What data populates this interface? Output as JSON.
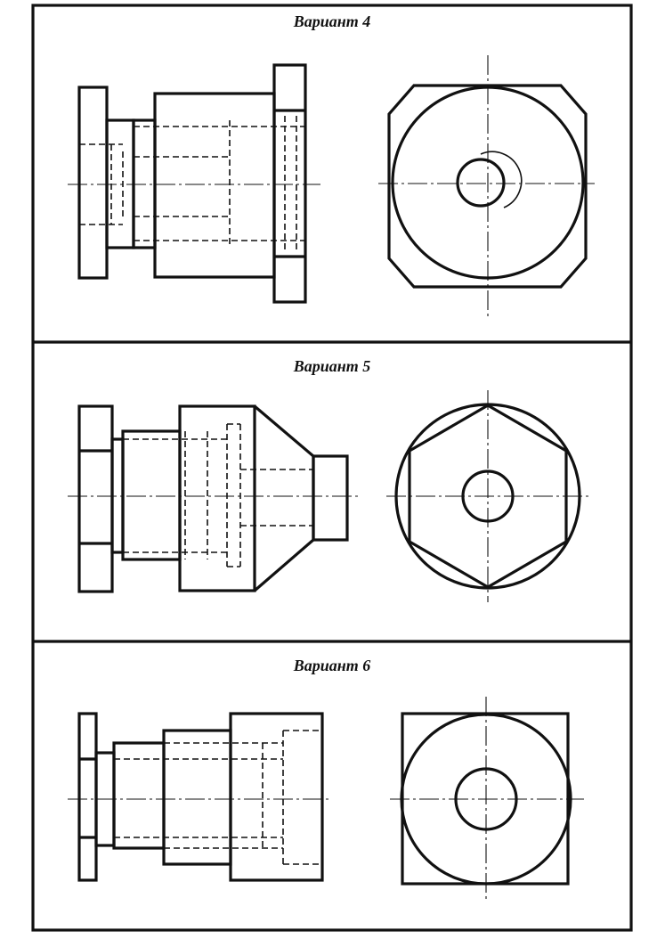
{
  "variants": [
    {
      "title": "Вариант 4"
    },
    {
      "title": "Вариант 5"
    },
    {
      "title": "Вариант 6"
    }
  ],
  "colors": {
    "line": "#111111",
    "background": "#ffffff"
  }
}
